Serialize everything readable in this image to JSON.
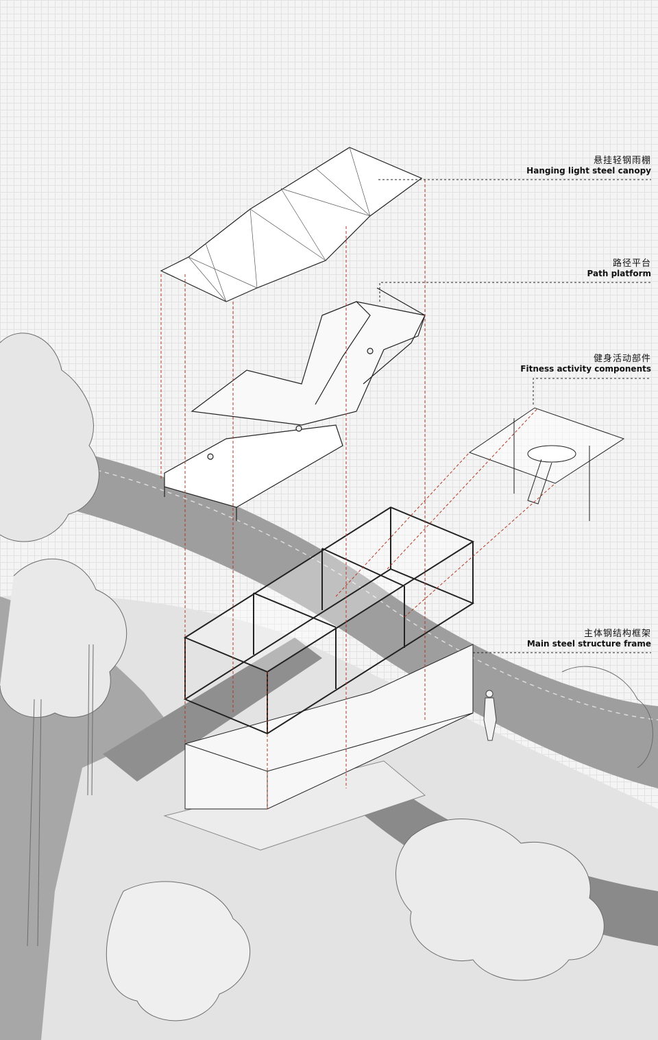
{
  "labels": [
    {
      "zh": "悬挂轻钢雨棚",
      "en": "Hanging light steel canopy"
    },
    {
      "zh": "路径平台",
      "en": "Path platform"
    },
    {
      "zh": "健身活动部件",
      "en": "Fitness activity components"
    },
    {
      "zh": "主体钢结构框架",
      "en": "Main steel structure frame"
    }
  ],
  "colors": {
    "background": "#f4f4f4",
    "grid": "#e2e2e2",
    "path": "#9c9c9c",
    "path_light": "#bdbdbd",
    "ground": "#d6d6d6",
    "linework": "#222222",
    "projection": "#b3361f"
  }
}
